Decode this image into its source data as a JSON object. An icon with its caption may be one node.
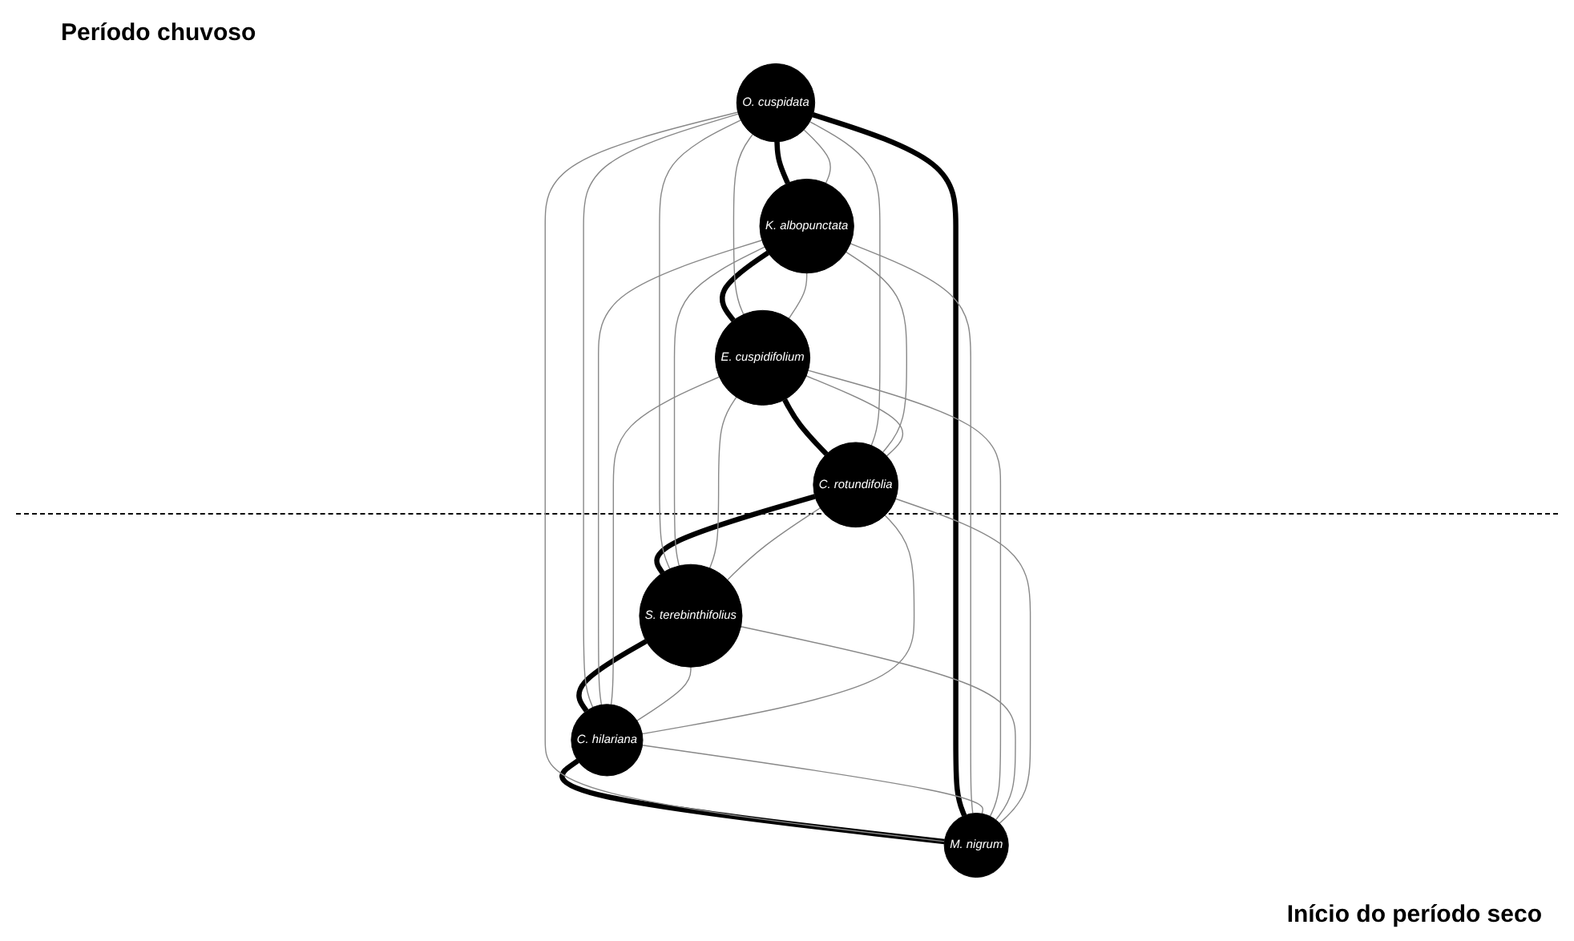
{
  "diagram": {
    "nodes": [
      {
        "text": [
          "O. cuspidata"
        ]
      },
      {
        "text": [
          "M. nigrum"
        ]
      },
      {
        "text": [
          "K. albopunctata"
        ]
      },
      {
        "text": [
          "C. hilariana"
        ]
      },
      {
        "text": [
          "E. cuspidifolium"
        ]
      },
      {
        "text": [
          "S. terebinthifolius"
        ]
      },
      {
        "text": [
          "C. rotundifolia"
        ]
      }
    ],
    "edges": [
      {
        "from": 0,
        "to": 2,
        "arrow": "none",
        "style": "thick",
        "color": "#000000"
      },
      {
        "from": 2,
        "to": 4,
        "arrow": "none",
        "style": "thick",
        "color": "#000000"
      },
      {
        "from": 4,
        "to": 6,
        "arrow": "none",
        "style": "thick",
        "color": "#000000"
      },
      {
        "from": 6,
        "to": 5,
        "arrow": "none",
        "style": "thick",
        "color": "#000000"
      },
      {
        "from": 5,
        "to": 3,
        "arrow": "none",
        "style": "thick",
        "color": "#000000"
      },
      {
        "from": 3,
        "to": 1,
        "arrow": "none",
        "style": "thick",
        "color": "#000000"
      },
      {
        "from": 1,
        "to": 0,
        "arrow": "none",
        "style": "thick",
        "color": "#000000"
      },
      {
        "from": 0,
        "to": 1,
        "arrow": "none"
      },
      {
        "from": 0,
        "to": 2,
        "arrow": "none"
      },
      {
        "from": 0,
        "to": 3,
        "arrow": "none"
      },
      {
        "from": 0,
        "to": 4,
        "arrow": "none"
      },
      {
        "from": 0,
        "to": 5,
        "arrow": "none"
      },
      {
        "from": 0,
        "to": 6,
        "arrow": "none"
      },
      {
        "from": 1,
        "to": 2,
        "arrow": "none"
      },
      {
        "from": 1,
        "to": 3,
        "arrow": "none"
      },
      {
        "from": 1,
        "to": 4,
        "arrow": "none"
      },
      {
        "from": 1,
        "to": 5,
        "arrow": "none"
      },
      {
        "from": 1,
        "to": 6,
        "arrow": "none"
      },
      {
        "from": 2,
        "to": 3,
        "arrow": "none"
      },
      {
        "from": 2,
        "to": 4,
        "arrow": "none"
      },
      {
        "from": 2,
        "to": 5,
        "arrow": "none"
      },
      {
        "from": 2,
        "to": 6,
        "arrow": "none"
      },
      {
        "from": 3,
        "to": 4,
        "arrow": "none"
      },
      {
        "from": 3,
        "to": 5,
        "arrow": "none"
      },
      {
        "from": 3,
        "to": 6,
        "arrow": "none"
      },
      {
        "from": 4,
        "to": 5,
        "arrow": "none"
      },
      {
        "from": 4,
        "to": 6,
        "arrow": "none"
      },
      {
        "from": 5,
        "to": 6,
        "arrow": "none"
      }
    ],
    "labels": [
      "Período chuvoso",
      "Início do período seco"
    ]
  }
}
